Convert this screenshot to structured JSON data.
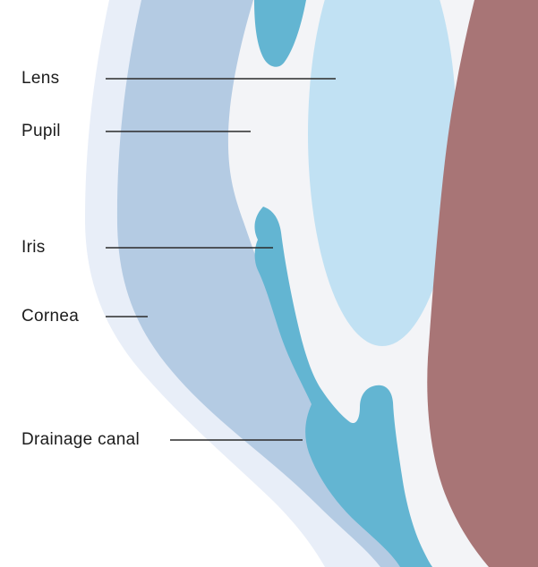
{
  "figure": {
    "description": "Cross-section diagram of the front of the eye",
    "labels": [
      {
        "id": "lens",
        "text": "Lens"
      },
      {
        "id": "pupil",
        "text": "Pupil"
      },
      {
        "id": "iris",
        "text": "Iris"
      },
      {
        "id": "cornea",
        "text": "Cornea"
      },
      {
        "id": "drainage",
        "text": "Drainage canal"
      }
    ]
  },
  "colors": {
    "background": "#ffffff",
    "cornea_outer": "#e8eef8",
    "cornea_inner": "#b4cbe3",
    "sclera": "#f3f4f7",
    "lens": "#c1e1f3",
    "iris_drainage": "#63b5d2",
    "vitreous": "#a87576",
    "label_text": "#1c1c1c",
    "leader_line": "#2b2b2b"
  }
}
